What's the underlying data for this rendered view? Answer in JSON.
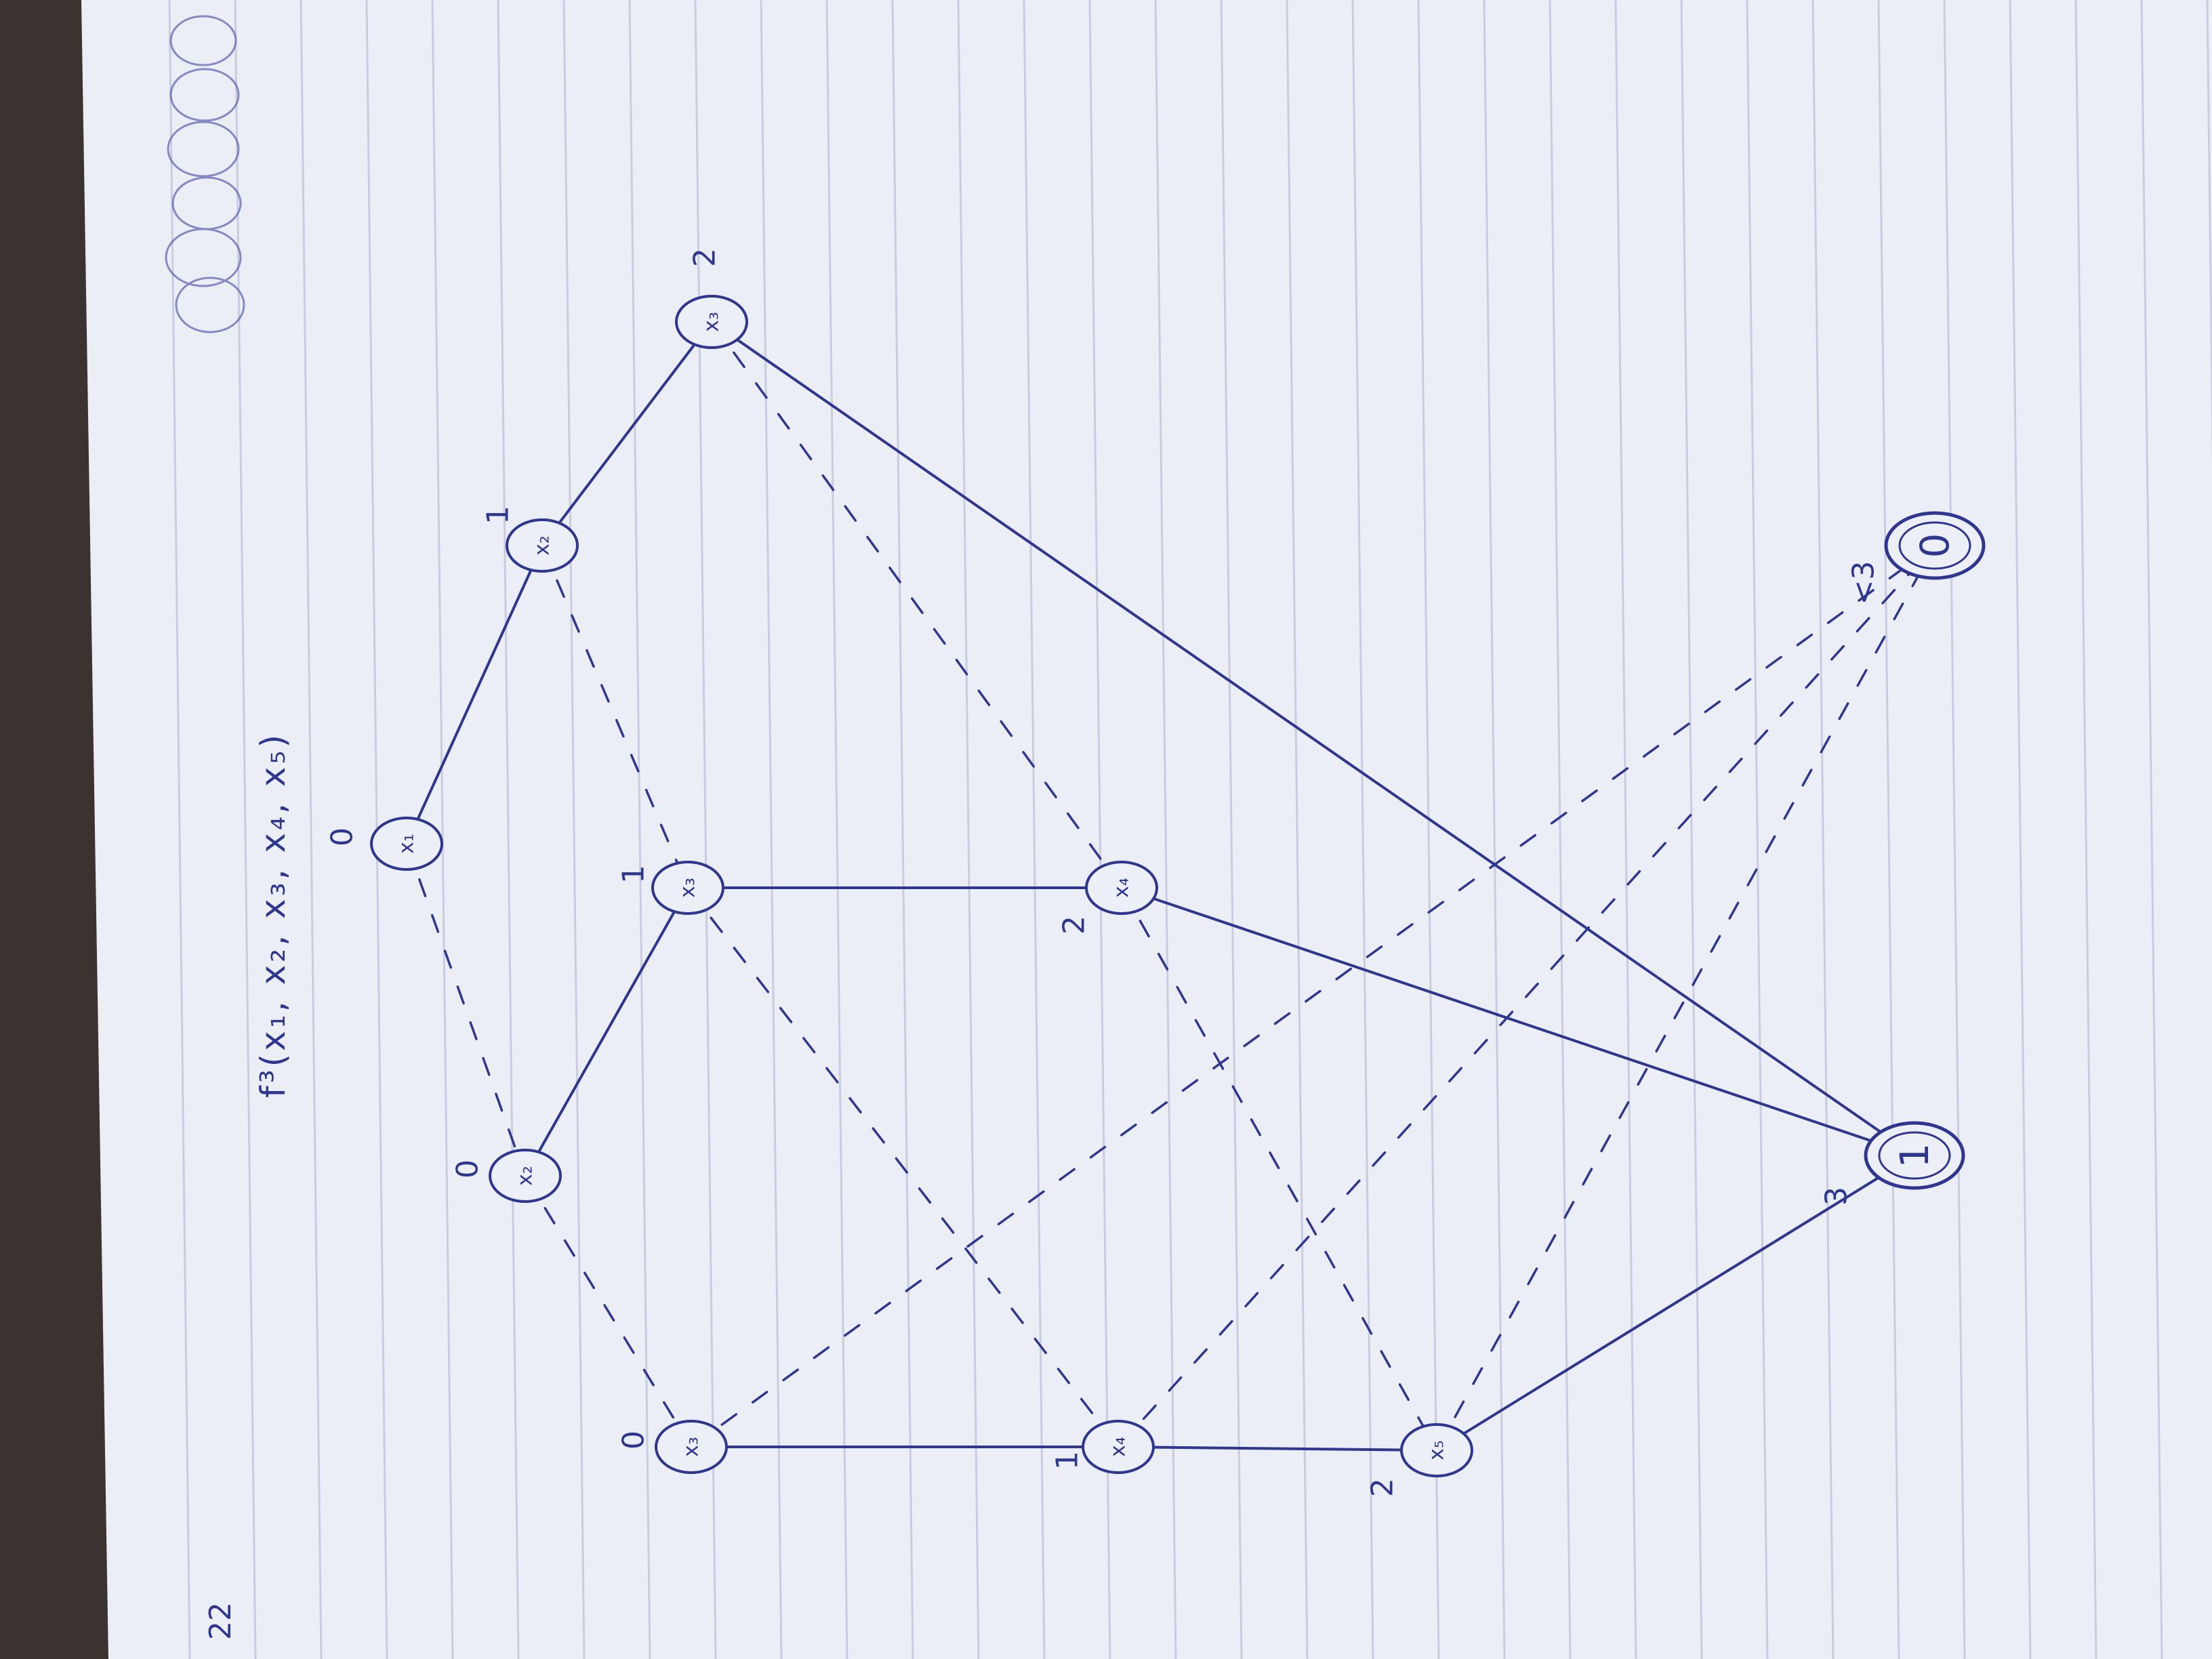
{
  "title": "f³(x₁, x₂, x₃, x₄, x₅)",
  "page_number": "22",
  "colors": {
    "ink": "#2e3690",
    "paper": "#edeff6",
    "rule": "#c7cce0",
    "backdrop": "#3a3330"
  },
  "nodes": [
    {
      "id": "n1",
      "label": "x₁",
      "level": "0"
    },
    {
      "id": "n2",
      "label": "x₂",
      "level": "1"
    },
    {
      "id": "n3",
      "label": "x₃",
      "level": "2"
    },
    {
      "id": "n4",
      "label": "x₂",
      "level": "0"
    },
    {
      "id": "n5",
      "label": "x₃",
      "level": "1"
    },
    {
      "id": "n6",
      "label": "x₄",
      "level": "2"
    },
    {
      "id": "n7",
      "label": "x₃",
      "level": "0"
    },
    {
      "id": "n8",
      "label": "x₄",
      "level": "1"
    },
    {
      "id": "n9",
      "label": "x₅",
      "level": "2"
    },
    {
      "id": "t0",
      "label": "0",
      "level": "<3",
      "terminal": true
    },
    {
      "id": "t1",
      "label": "1",
      "level": "3",
      "terminal": true
    }
  ],
  "edges": [
    {
      "from": "n1",
      "to": "n2",
      "type": "solid"
    },
    {
      "from": "n2",
      "to": "n3",
      "type": "solid"
    },
    {
      "from": "n3",
      "to": "t1",
      "type": "solid"
    },
    {
      "from": "n1",
      "to": "n4",
      "type": "dashed"
    },
    {
      "from": "n2",
      "to": "n5",
      "type": "dashed"
    },
    {
      "from": "n3",
      "to": "n6",
      "type": "dashed"
    },
    {
      "from": "n4",
      "to": "n5",
      "type": "solid"
    },
    {
      "from": "n5",
      "to": "n6",
      "type": "solid"
    },
    {
      "from": "n6",
      "to": "t1",
      "type": "solid"
    },
    {
      "from": "n4",
      "to": "n7",
      "type": "dashed"
    },
    {
      "from": "n5",
      "to": "n8",
      "type": "dashed"
    },
    {
      "from": "n6",
      "to": "n9",
      "type": "dashed"
    },
    {
      "from": "n7",
      "to": "n8",
      "type": "solid"
    },
    {
      "from": "n8",
      "to": "n9",
      "type": "solid"
    },
    {
      "from": "n9",
      "to": "t1",
      "type": "solid"
    },
    {
      "from": "n7",
      "to": "t0",
      "type": "dashed"
    },
    {
      "from": "n8",
      "to": "t0",
      "type": "dashed"
    },
    {
      "from": "n9",
      "to": "t0",
      "type": "dashed"
    }
  ]
}
